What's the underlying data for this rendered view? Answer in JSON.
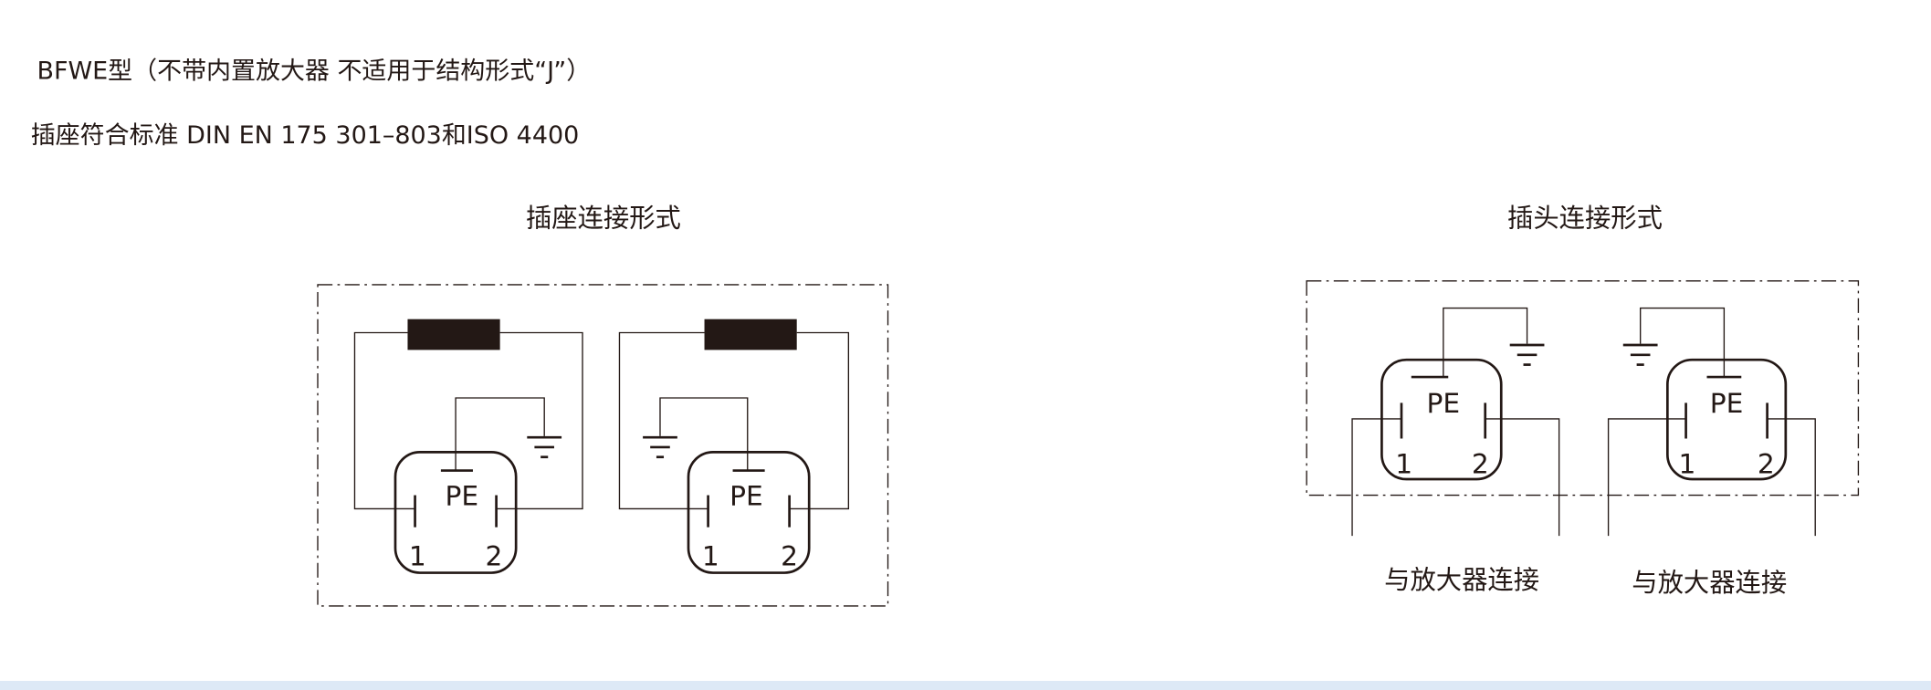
{
  "header": {
    "title": "BFWE型（不带内置放大器  不适用于结构形式“J”）",
    "standard": "插座符合标准  DIN EN 175 301–803和ISO 4400"
  },
  "left_diagram": {
    "title": "插座连接形式",
    "connectors": [
      {
        "pe_label": "PE",
        "pin1": "1",
        "pin2": "2"
      },
      {
        "pe_label": "PE",
        "pin1": "1",
        "pin2": "2"
      }
    ]
  },
  "right_diagram": {
    "title": "插头连接形式",
    "connectors": [
      {
        "pe_label": "PE",
        "pin1": "1",
        "pin2": "2",
        "caption": "与放大器连接"
      },
      {
        "pe_label": "PE",
        "pin1": "1",
        "pin2": "2",
        "caption": "与放大器连接"
      }
    ]
  },
  "colors": {
    "ink": "#231815",
    "footer_strip": "#dde9f6"
  }
}
